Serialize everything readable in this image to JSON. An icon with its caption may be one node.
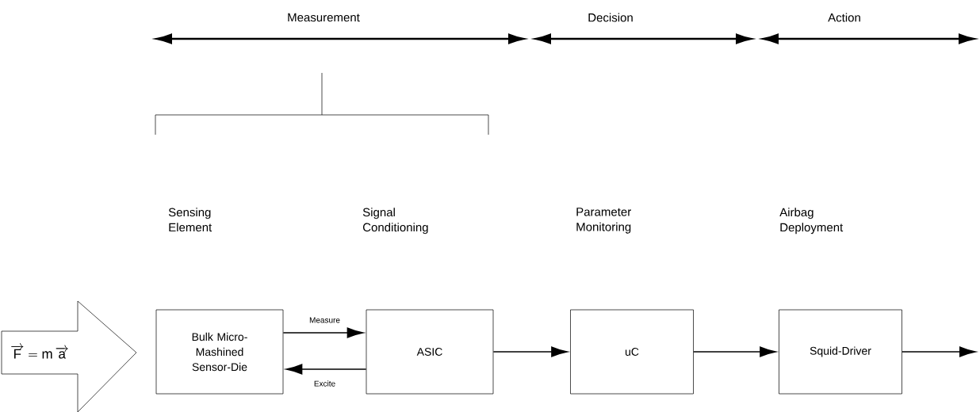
{
  "diagram": {
    "nodes": [
      {
        "text": [
          "\\overrightarrow{\\mathsf{F}} = \\mathsf{m}\\,\\overrightarrow{\\mathsf{a}}"
        ]
      },
      {
        "text": [
          "Bulk Micro-Mashined Sensor-Die"
        ]
      },
      {
        "text": [
          "ASIC"
        ]
      },
      {
        "text": [
          "uC"
        ]
      },
      {
        "text": [
          "Squid-Driver"
        ]
      }
    ],
    "edges": [
      {
        "from": 1,
        "to": 2,
        "arrow": "to",
        "label": "Measure"
      },
      {
        "from": 2,
        "to": 1,
        "arrow": "to",
        "label": "Excite"
      },
      {
        "from": 2,
        "to": 3,
        "arrow": "to"
      },
      {
        "from": 3,
        "to": 4,
        "arrow": "to"
      },
      {
        "from": 4,
        "to": null,
        "arrow": "to"
      }
    ],
    "labels": [
      "Measurement",
      "Decision",
      "Action",
      "Sensing Element",
      "Signal Conditioning",
      "Parameter Monitoring",
      "Airbag Deployment"
    ]
  }
}
